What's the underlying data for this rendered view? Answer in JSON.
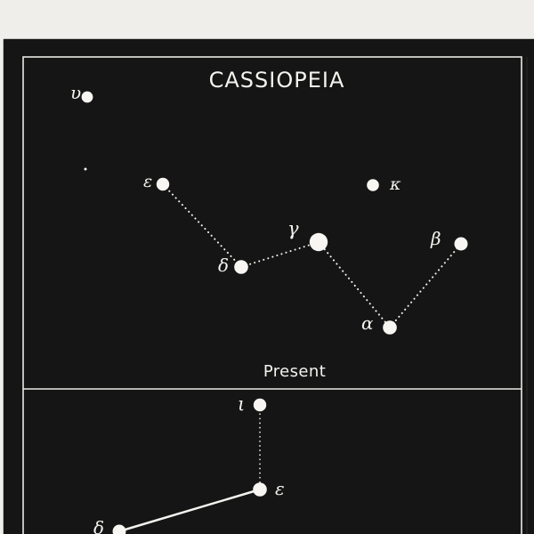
{
  "plate": {
    "title": "CASSIOPEIA",
    "upper_caption": "Present"
  },
  "upper_panel": {
    "stars": [
      {
        "id": "upsilon",
        "label": "υ"
      },
      {
        "id": "epsilon",
        "label": "ε"
      },
      {
        "id": "kappa",
        "label": "κ"
      },
      {
        "id": "gamma",
        "label": "γ"
      },
      {
        "id": "delta",
        "label": "δ"
      },
      {
        "id": "beta",
        "label": "β"
      },
      {
        "id": "alpha",
        "label": "α"
      }
    ]
  },
  "lower_panel": {
    "stars": [
      {
        "id": "iota",
        "label": "ι"
      },
      {
        "id": "epsilon",
        "label": "ε"
      },
      {
        "id": "delta",
        "label": "δ"
      }
    ]
  },
  "colors": {
    "background": "#151515",
    "paper": "#f0eeea",
    "ink": "#f4f3ef"
  }
}
